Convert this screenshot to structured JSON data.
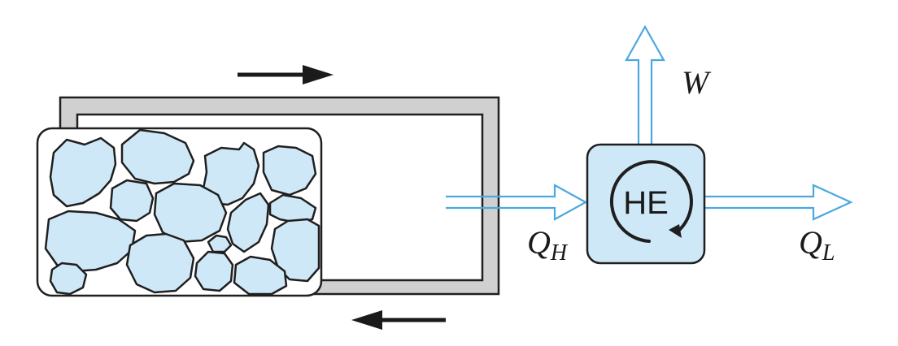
{
  "engine_label": "HE",
  "labels": {
    "work": "W",
    "heat_in": {
      "main": "Q",
      "sub": "H"
    },
    "heat_out": {
      "main": "Q",
      "sub": "L"
    }
  },
  "colors": {
    "ice_fill": "#cfe8f7",
    "ice_outline": "#1f1f1f",
    "heat_flow": "#4aa8e0",
    "engine_fill": "#cfe8f7",
    "frame_fill": "#d0d0d0",
    "direction_arrow": "#1a1a1a"
  }
}
